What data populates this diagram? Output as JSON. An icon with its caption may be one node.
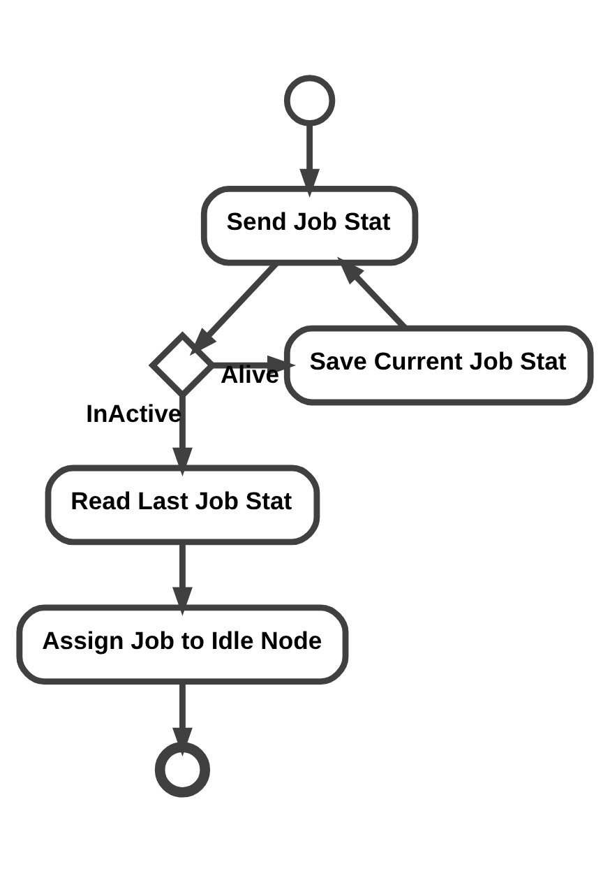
{
  "diagram": {
    "nodes": [
      {
        "text": [],
        "shape": "circle"
      },
      {
        "text": [
          "Send Job Stat"
        ]
      },
      {
        "text": [],
        "shape": "diamond"
      },
      {
        "text": [
          "Save Current Job Stat"
        ]
      },
      {
        "text": [
          "Read Last Job Stat"
        ]
      },
      {
        "text": [
          "Assign Job to Idle Node"
        ]
      },
      {
        "text": [],
        "shape": "circle"
      }
    ],
    "edges": [
      {
        "from": 0,
        "to": 1,
        "arrow": "to"
      },
      {
        "from": 1,
        "to": 2,
        "arrow": "to"
      },
      {
        "from": 2,
        "to": 3,
        "arrow": "to",
        "label": "Alive"
      },
      {
        "from": 3,
        "to": 1,
        "arrow": "to"
      },
      {
        "from": 2,
        "to": 4,
        "arrow": "to",
        "label": "InActive"
      },
      {
        "from": 4,
        "to": 5,
        "arrow": "to"
      },
      {
        "from": 5,
        "to": 6,
        "arrow": "to"
      }
    ]
  }
}
